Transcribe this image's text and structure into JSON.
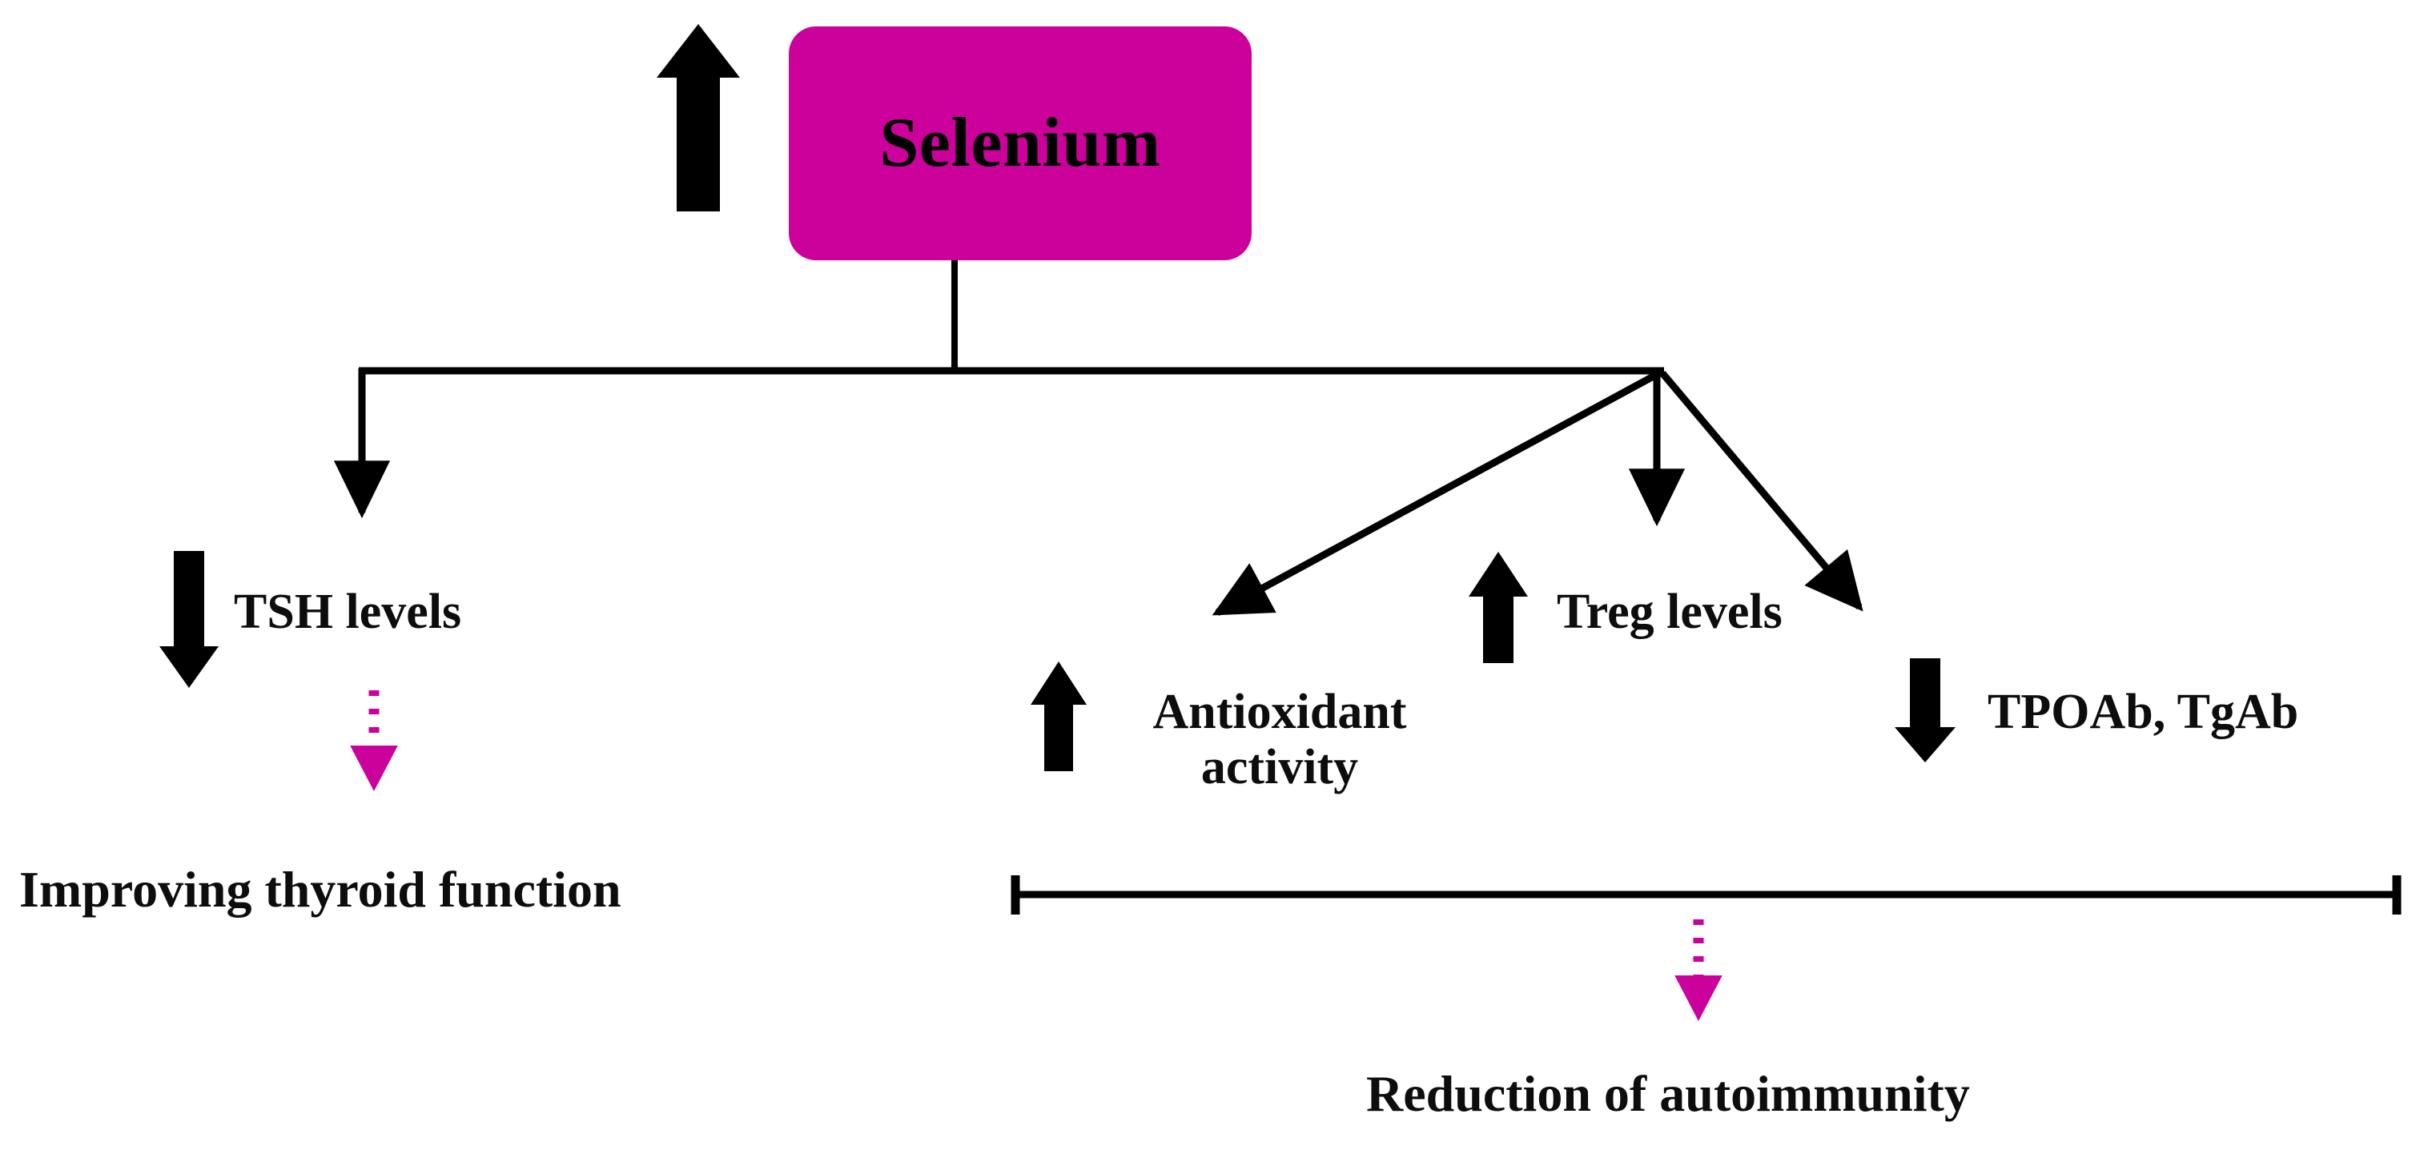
{
  "diagram": {
    "title_node": {
      "label": "Selenium",
      "fill_color": "#CC009A",
      "text_color": "#000000"
    },
    "accent_color": "#CC009A",
    "line_color": "#000000",
    "branches": {
      "left": {
        "effect_label": "TSH levels",
        "effect_direction": "down",
        "outcome_label": "Improving thyroid function",
        "connector": "dotted-magenta-arrow-down"
      },
      "right": {
        "effects": [
          {
            "label": "Antioxidant activity",
            "direction": "up"
          },
          {
            "label": "Treg levels",
            "direction": "up"
          },
          {
            "label": "TPOAb, TgAb",
            "direction": "down"
          }
        ],
        "outcome_label": "Reduction of autoimmunity",
        "connector": "dotted-magenta-arrow-down",
        "bracket": "horizontal-span-bracket"
      }
    },
    "icons": {
      "selenium_up_arrow": "arrow-up-icon",
      "tsh_down_arrow": "arrow-down-icon",
      "antioxidant_up_arrow": "arrow-up-icon",
      "treg_up_arrow": "arrow-up-icon",
      "tpoab_down_arrow": "arrow-down-icon"
    }
  }
}
